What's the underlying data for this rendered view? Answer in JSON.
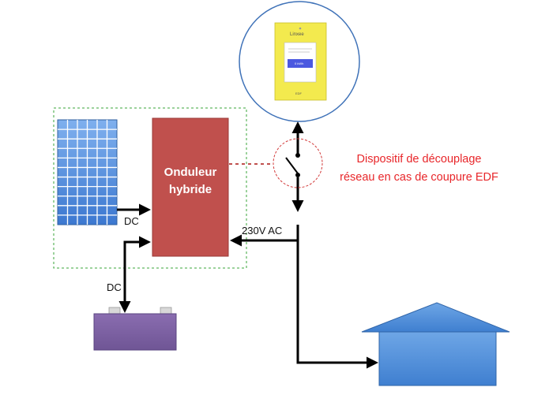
{
  "inverter": {
    "line1": "Onduleur",
    "line2": "hybride"
  },
  "labels": {
    "panel_dc": "DC",
    "battery_dc": "DC",
    "ac": "230V AC"
  },
  "switch_note": {
    "line1": "Dispositif de découplage",
    "line2": "réseau en cas de coupure EDF"
  },
  "meter": {
    "brand": "Linxee",
    "display": "0 kWh",
    "footer": "EDF"
  },
  "colors": {
    "inverter": "#c0504d",
    "battery": "#8064a2",
    "house": "#4f81bd",
    "panel": "#4a8ad6",
    "meter": "#f3ea4e",
    "note_red": "#e8262a",
    "dashed_green": "#3aa63a"
  }
}
